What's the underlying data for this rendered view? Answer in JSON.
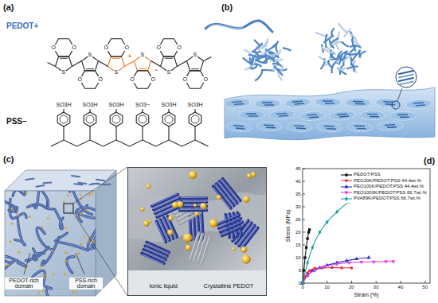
{
  "diagram": {
    "nodes": [
      {
        "text": [
          "Ionic liquid",
          "Crystalline PEDOT"
        ]
      }
    ],
    "labels": [
      "(a)",
      "PEDOT+",
      "PSS−",
      "O",
      "O",
      "S",
      "O",
      "O",
      "S",
      "O",
      "O",
      "S",
      "O",
      "O",
      "S",
      "O",
      "O",
      "S",
      "O",
      "O",
      "S",
      "+",
      "•",
      "SO3H",
      "SO3H",
      "SO3H",
      "SO3−",
      "SO3H",
      "SO3H",
      "(b)",
      "(c)",
      "PEDOT-rich domain",
      "PSS-rich domain",
      "(d)",
      "0",
      "5",
      "10",
      "15",
      "20",
      "25",
      "30",
      "35",
      "40",
      "45",
      "0",
      "10",
      "20",
      "30",
      "40",
      "50",
      "Stress (MPa)",
      "Strain (%)"
    ],
    "legend": [
      {
        "text": "PEDOT:PSS"
      },
      {
        "text": "PEG20K/PEDOT:PSS 44.4wt.%"
      },
      {
        "text": "PEO100K/PEDOT:PSS 44.4wt.%"
      },
      {
        "text": "PEO1000K/PEDOT:PSS 66.7wt.%"
      },
      {
        "text": "PVA89K/PEDOT:PSS 66.7wt.%"
      }
    ]
  }
}
